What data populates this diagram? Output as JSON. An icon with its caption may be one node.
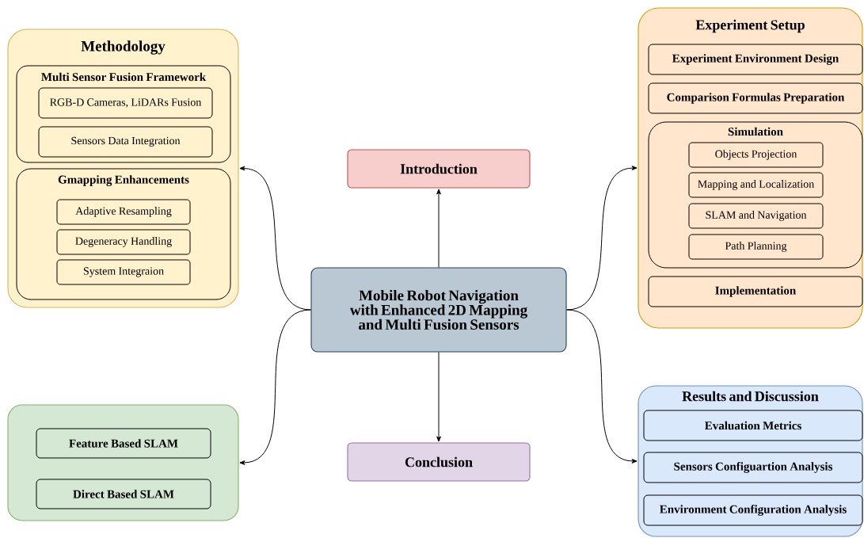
{
  "diagram": {
    "nodes": [
      {
        "text": [
          "Mobile Robot Navigation with Enhanced 2D Mapping and Multi Fusion Sensors"
        ]
      },
      {
        "text": [
          "Introduction"
        ]
      },
      {
        "text": [
          "Conclusion"
        ]
      },
      {
        "text": [
          "Methodology"
        ]
      },
      {
        "text": [
          "Multi Sensor Fusion Framework"
        ],
        "in": 3
      },
      {
        "text": [
          "RGB-D Cameras, LiDARs Fusion"
        ],
        "in": 4
      },
      {
        "text": [
          "Sensors Data Integration"
        ],
        "in": 4
      },
      {
        "text": [
          "Gmapping Enhancements"
        ],
        "in": 3
      },
      {
        "text": [
          "Adaptive Resampling"
        ],
        "in": 7
      },
      {
        "text": [
          "Degeneracy Handling"
        ],
        "in": 7
      },
      {
        "text": [
          "System Integraion"
        ],
        "in": 7
      },
      {
        "text": [],
        "shape": "box"
      },
      {
        "text": [
          "Feature Based SLAM"
        ],
        "in": 11
      },
      {
        "text": [
          "Direct Based SLAM"
        ],
        "in": 11
      },
      {
        "text": [
          "Experiment Setup"
        ]
      },
      {
        "text": [
          "Experiment Environment Design"
        ],
        "in": 14
      },
      {
        "text": [
          "Comparison Formulas Preparation"
        ],
        "in": 14
      },
      {
        "text": [
          "Simulation"
        ],
        "in": 14
      },
      {
        "text": [
          "Objects Projection"
        ],
        "in": 17
      },
      {
        "text": [
          "Mapping and Localization"
        ],
        "in": 17
      },
      {
        "text": [
          "SLAM and Navigation"
        ],
        "in": 17
      },
      {
        "text": [
          "Path Planning"
        ],
        "in": 17
      },
      {
        "text": [
          "Implementation"
        ],
        "in": 14
      },
      {
        "text": [
          "Results and Discussion"
        ]
      },
      {
        "text": [
          "Evaluation Metrics"
        ],
        "in": 23
      },
      {
        "text": [
          "Sensors Configuartion Analysis"
        ],
        "in": 23
      },
      {
        "text": [
          "Environment Configuration Analysis"
        ],
        "in": 23
      }
    ],
    "edges": [
      {
        "from": 0,
        "to": 1,
        "arrow": "to"
      },
      {
        "from": 0,
        "to": 2,
        "arrow": "to"
      },
      {
        "from": 0,
        "to": 3,
        "arrow": "to"
      },
      {
        "from": 0,
        "to": 11,
        "arrow": "to"
      },
      {
        "from": 0,
        "to": 14,
        "arrow": "to"
      },
      {
        "from": 0,
        "to": 23,
        "arrow": "to"
      }
    ]
  }
}
